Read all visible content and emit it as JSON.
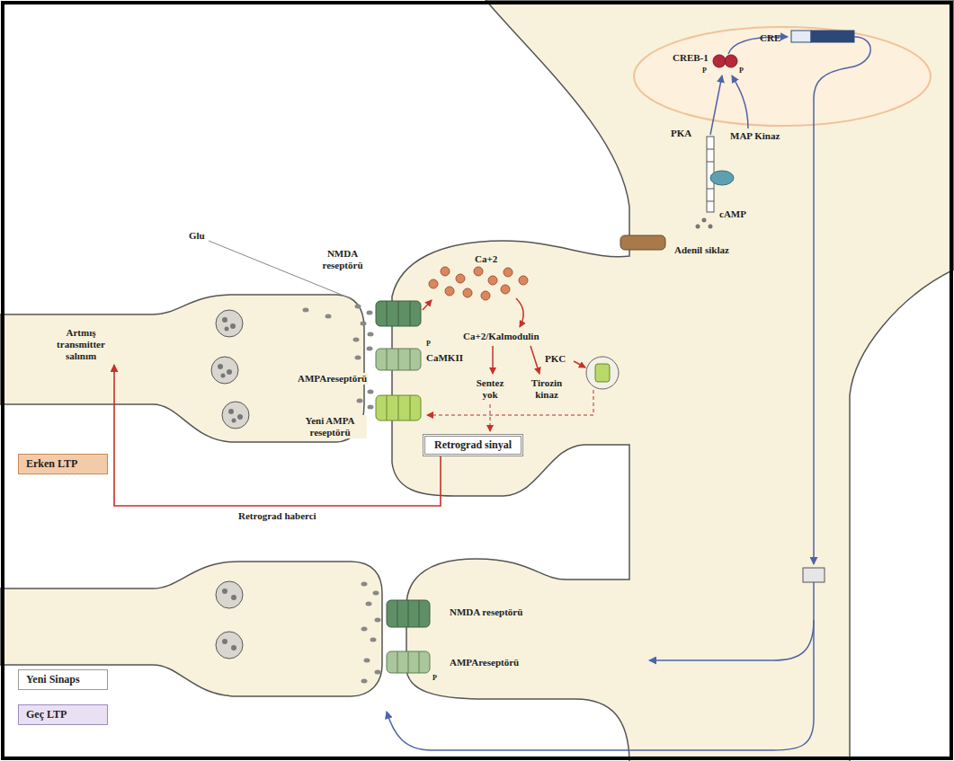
{
  "diagram": {
    "nodes": [
      {
        "text": [
          "Artmış transmitter salınım"
        ]
      },
      {
        "text": [
          "Retrograd sinyal"
        ]
      },
      {
        "text": [
          "Erken LTP"
        ]
      },
      {
        "text": [
          "Yeni Sinaps"
        ]
      },
      {
        "text": [
          "Geç LTP"
        ]
      }
    ],
    "edges": [
      {
        "from": 1,
        "to": 0,
        "arrow": "to",
        "label": "Retrograd haberci"
      }
    ],
    "labels": [
      "CRE",
      "CREB-1",
      "P",
      "P",
      "PKA",
      "MAP Kinaz",
      "cAMP",
      "Adenil siklaz",
      "Glu",
      "NMDA reseptörü",
      "Ca+2",
      "Ca+2/Kalmodulin",
      "P",
      "CaMKII",
      "PKC",
      "AMPAreseptörü",
      "Sentez yok",
      "Tirozin kinaz",
      "Yeni AMPA reseptörü",
      "NMDA reseptörü",
      "AMPAreseptörü",
      "P"
    ]
  }
}
